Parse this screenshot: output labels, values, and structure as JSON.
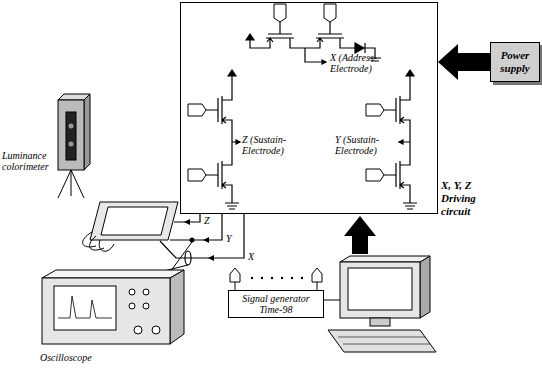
{
  "diagram": {
    "nodes": [
      {
        "text": [
          "X, Y, Z Driving circuit"
        ]
      },
      {
        "text": [
          "Power supply"
        ]
      },
      {
        "text": [
          "Signal generator Time-98"
        ]
      }
    ],
    "edges": [
      {
        "from": 1,
        "to": 0,
        "arrow": "to"
      }
    ],
    "labels": [
      "X (Address-Electrode)",
      "Z (Sustain-Electrode)",
      "Y (Sustain-Electrode)",
      "Z",
      "Y",
      "X",
      "Luminance colorimeter",
      "Oscilloscope"
    ]
  }
}
